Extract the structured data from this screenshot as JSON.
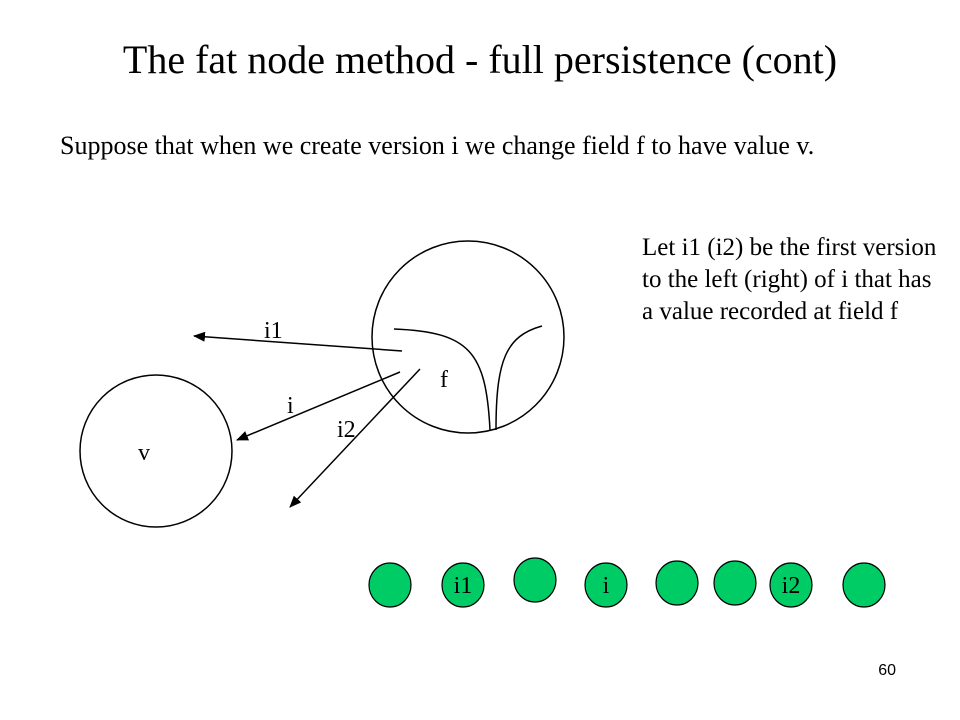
{
  "slide": {
    "title": "The fat node method - full persistence (cont)",
    "body": "Suppose that when we create version i we change field f to have value v.",
    "side_note": "Let i1 (i2) be the first version to the left (right) of i that has a value recorded at field f",
    "page_number": "60"
  },
  "diagram": {
    "node_v_label": "v",
    "node_field_label": "f",
    "arrow_labels": [
      "i1",
      "i",
      "i2"
    ],
    "version_row": [
      "",
      "i1",
      "",
      "i",
      "",
      "",
      "i2",
      ""
    ],
    "version_fill": "#00cc66",
    "stroke_color": "#000000"
  }
}
